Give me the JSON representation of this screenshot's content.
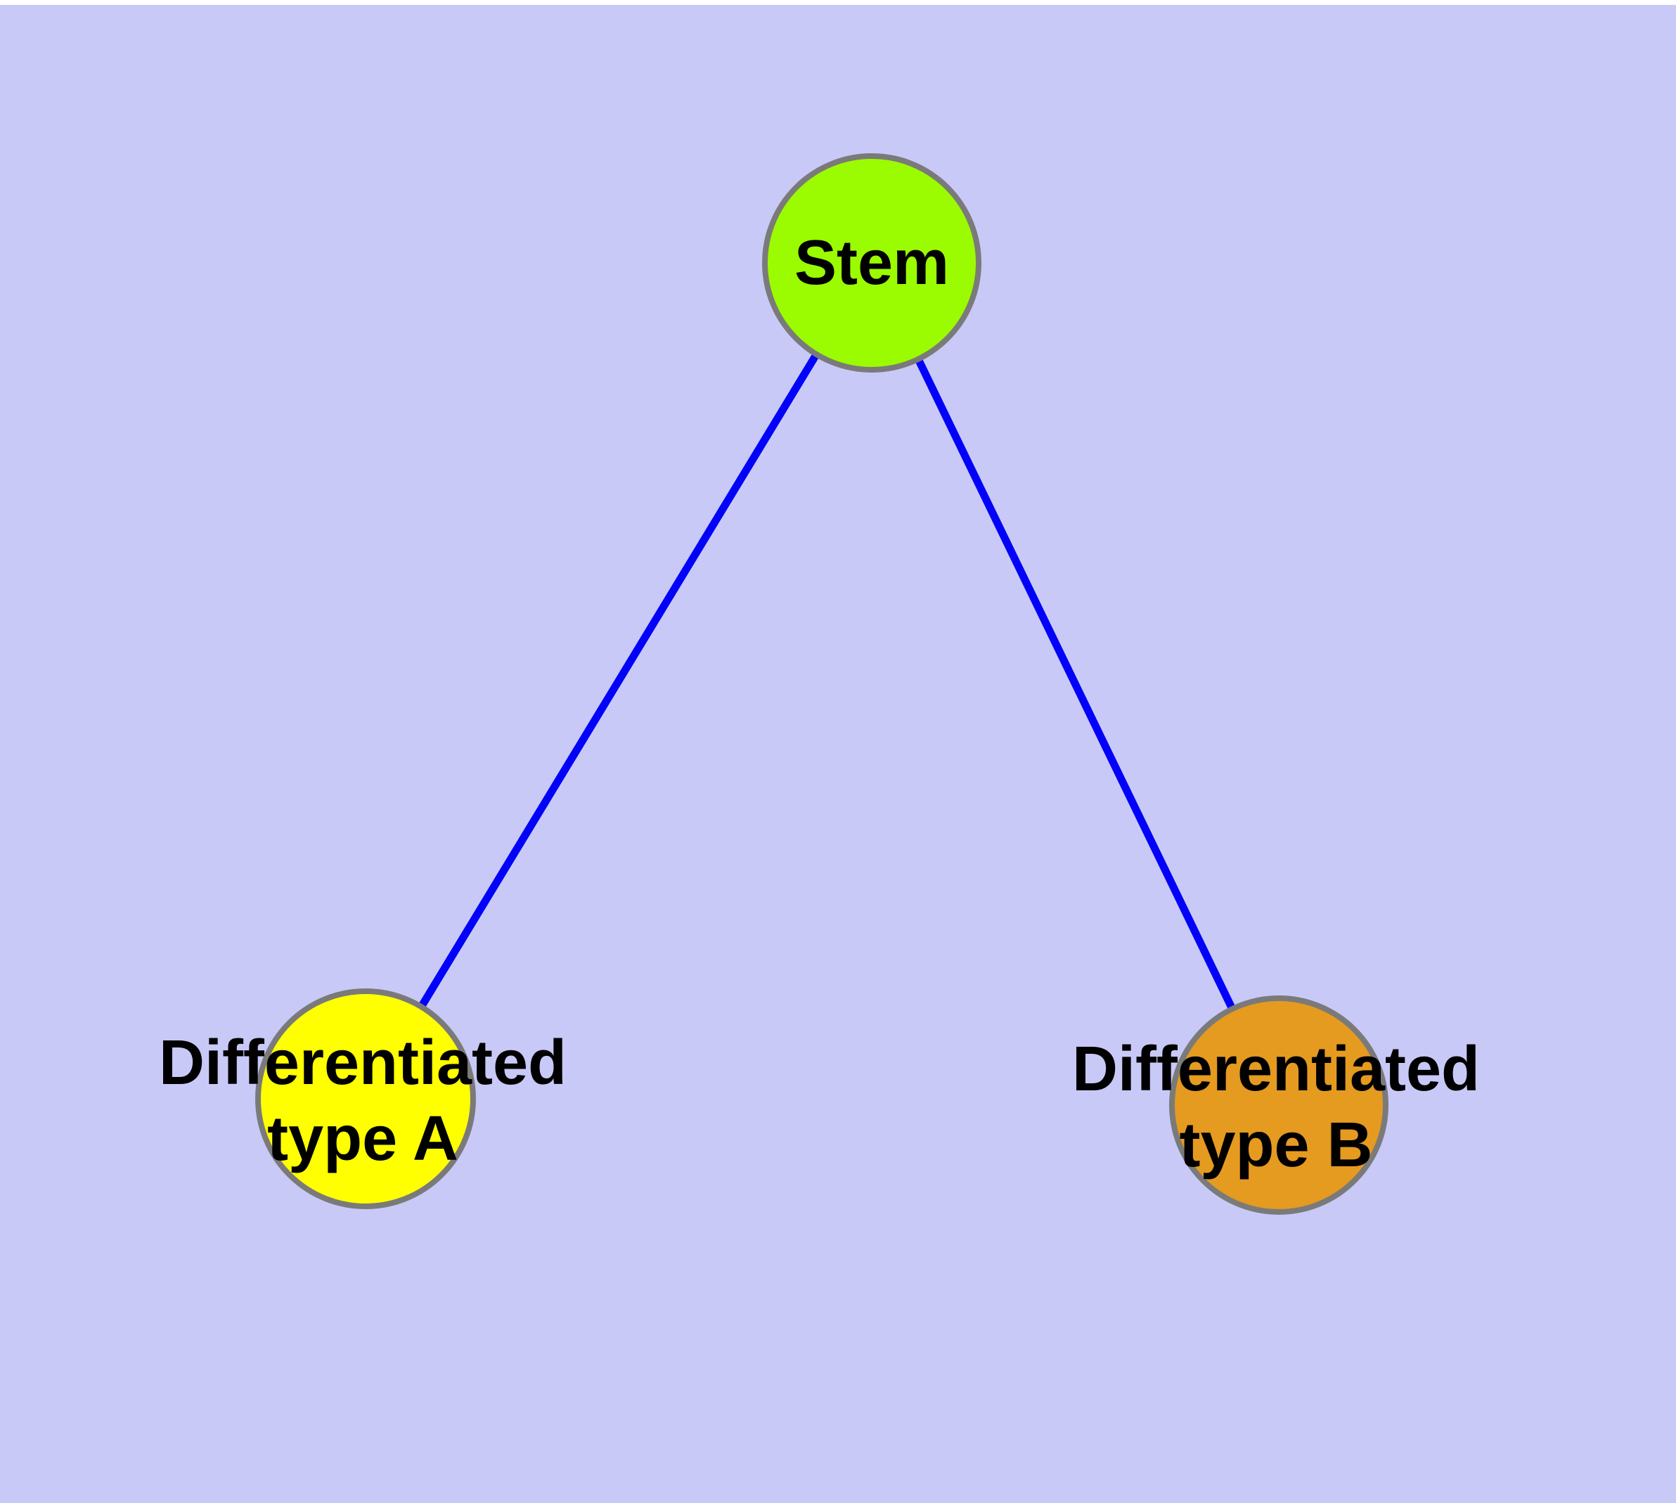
{
  "background": {
    "page_color": "#ffffff",
    "canvas_color": "#c9c9f7"
  },
  "diagram": {
    "type": "node-link graph",
    "text_color": "#000000",
    "node_border_color": "#7a7a7a",
    "edge_color": "#0202fa",
    "nodes": [
      {
        "id": "stem",
        "label": "Stem",
        "color": "#9bfb00"
      },
      {
        "id": "typeA",
        "label_line1": "Differentiated",
        "label_line2": "type A",
        "label": "Differentiated type A",
        "color": "#ffff00"
      },
      {
        "id": "typeB",
        "label_line1": "Differentiated",
        "label_line2": "type B",
        "label": "Differentiated type B",
        "color": "#e59a20"
      }
    ],
    "edges": [
      {
        "from": "stem",
        "to": "typeA",
        "color": "#0202fa"
      },
      {
        "from": "stem",
        "to": "typeB",
        "color": "#0202fa"
      }
    ]
  }
}
